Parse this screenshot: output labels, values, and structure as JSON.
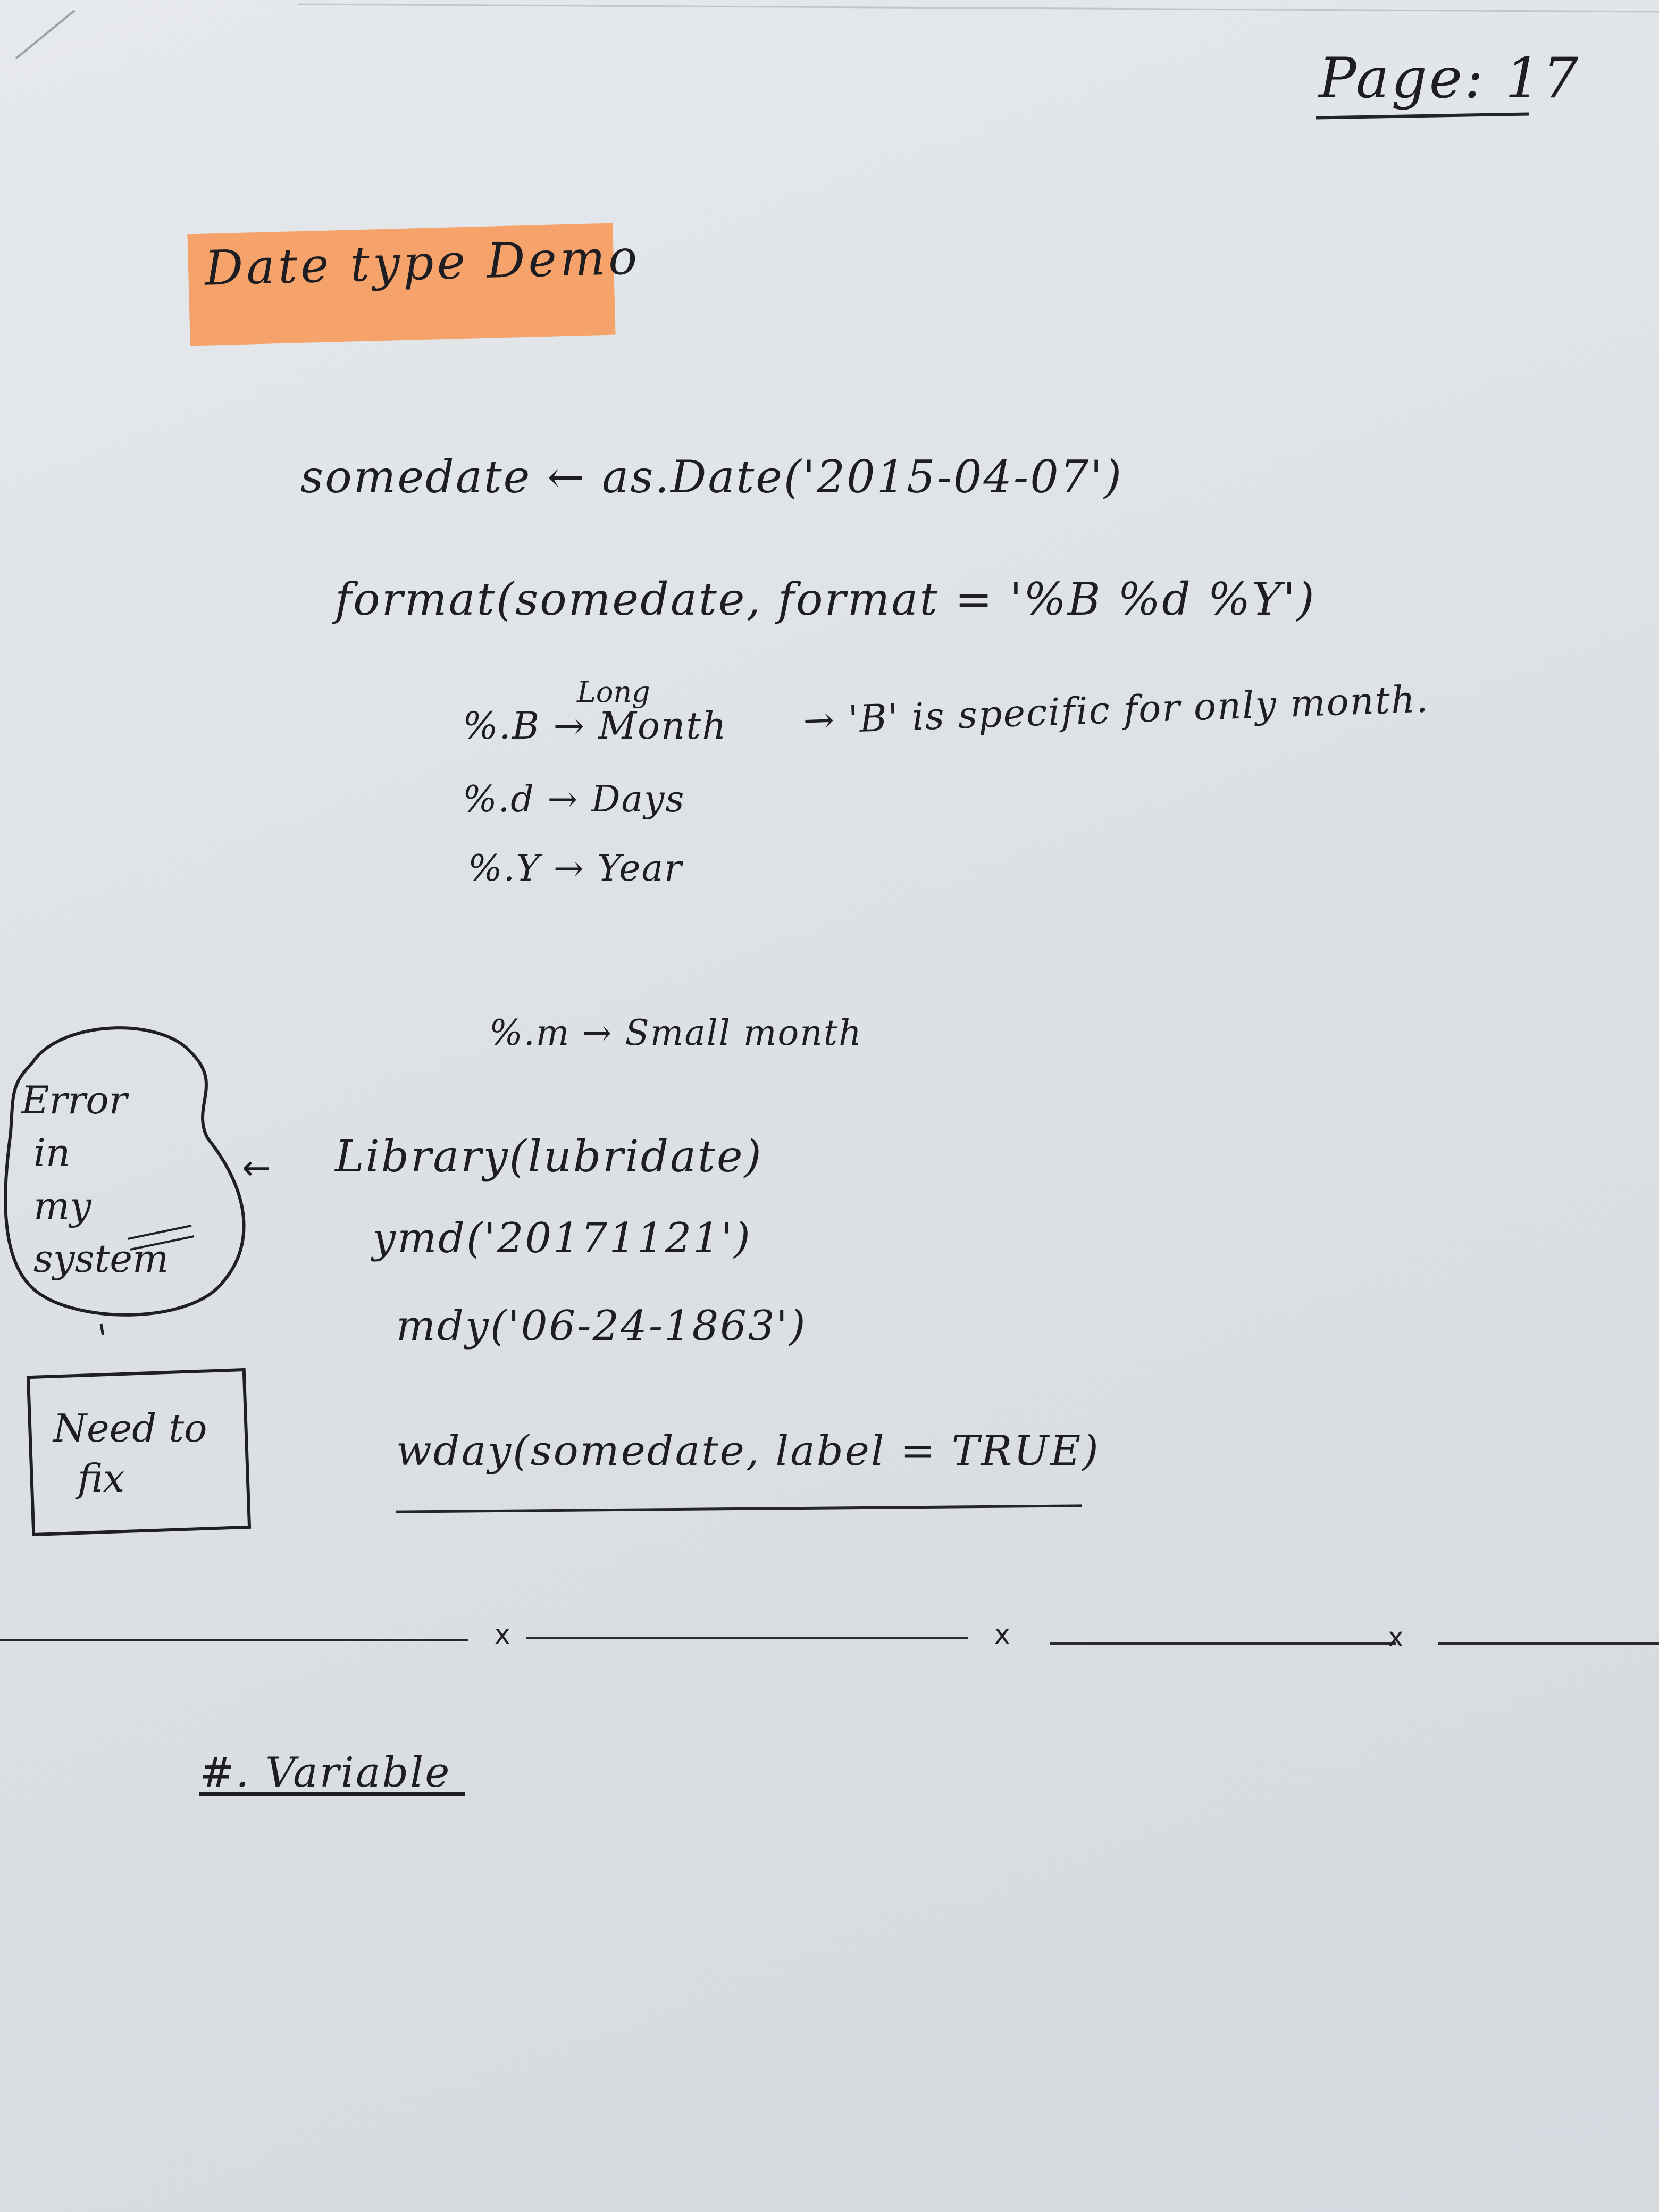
{
  "page_number": "Page: 17",
  "heading": "Date type Demo",
  "lines": {
    "somedate": "somedate ← as.Date('2015-04-07')",
    "format": "format(somedate, format = '%B %d %Y')",
    "note_long": "Long",
    "B": "%.B → Month",
    "B_note": "→ 'B' is specific for only month.",
    "d": "%.d → Days",
    "Y": "%.Y → Year",
    "m": "%.m → Small month"
  },
  "cloud_note": "Error\n in\n my\n system",
  "fix_note": "Need to\n  fix",
  "code": {
    "library": "Library(lubridate)",
    "ymd": "ymd('20171121')",
    "mdy": "mdy('06-24-1863')",
    "wday": "wday(somedate, label = TRUE)"
  },
  "separator_marks": [
    "x",
    "x",
    "x"
  ],
  "variable": "#. Variable"
}
